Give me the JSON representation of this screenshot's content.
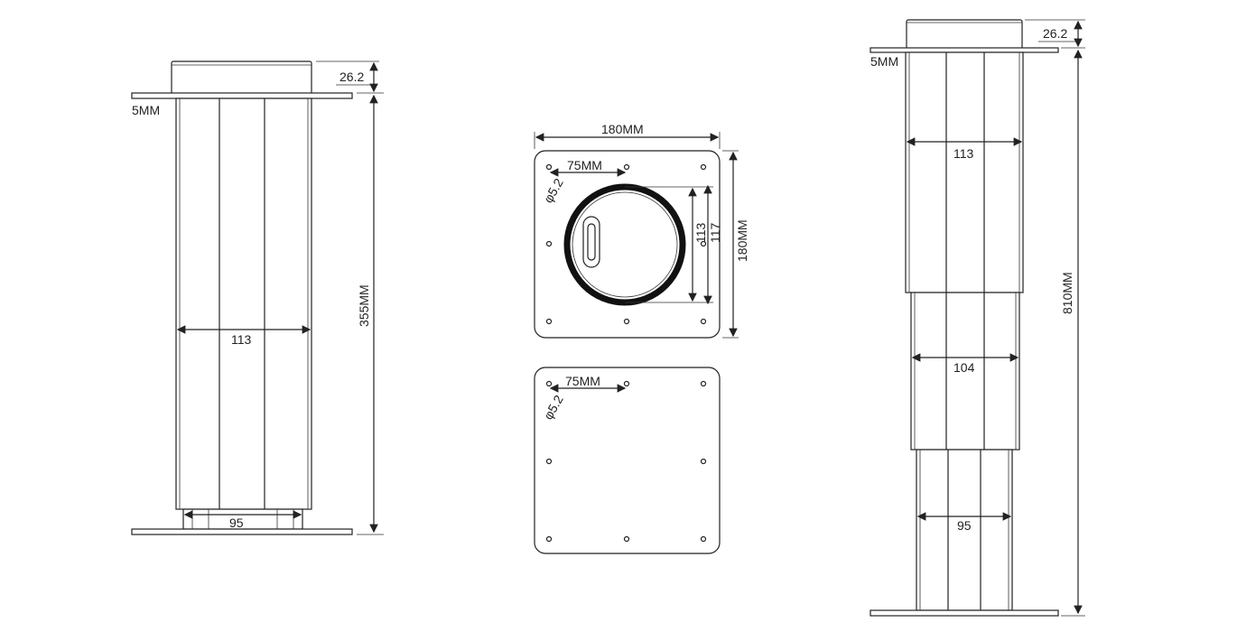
{
  "left_view": {
    "top_cap_height": "26.2",
    "plate_thickness": "5MM",
    "column_width": "113",
    "total_height": "355MM",
    "base_width": "95"
  },
  "top_plate_view": {
    "width": "180MM",
    "height": "180MM",
    "hole_spacing": "75MM",
    "hole_diameter": "φ5.2",
    "inner_diameter": "113",
    "outer_diameter": "117"
  },
  "bottom_plate_view": {
    "hole_spacing": "75MM",
    "hole_diameter": "φ5.2"
  },
  "right_view": {
    "top_cap_height": "26.2",
    "plate_thickness": "5MM",
    "stage1_width": "113",
    "stage2_width": "104",
    "stage3_width": "95",
    "total_height": "810MM"
  }
}
